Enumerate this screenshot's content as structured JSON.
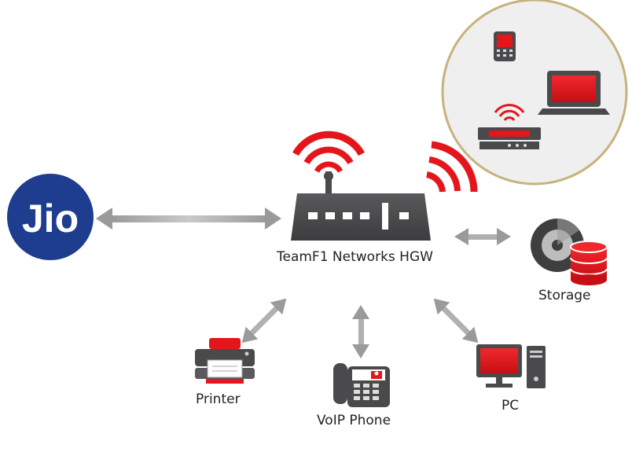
{
  "diagram": {
    "isp_logo_text": "Jio",
    "gateway_label": "TeamF1 Networks HGW",
    "devices": {
      "storage": "Storage",
      "printer": "Printer",
      "voip_phone": "VoIP Phone",
      "pc": "PC"
    }
  },
  "colors": {
    "accent_red": "#e4161b",
    "device_dark": "#4a4a4c",
    "arrow_gray": "#a8a8a8",
    "jio_blue": "#1f3d8f",
    "bubble_border": "#c7b27c",
    "bubble_fill": "#efefef"
  },
  "icons": {
    "gateway": "router-icon",
    "wifi": "wifi-signal-icon",
    "storage": "storage-disk-icon",
    "printer": "printer-icon",
    "phone": "voip-phone-icon",
    "pc": "desktop-pc-icon",
    "mobile": "mobile-phone-icon",
    "laptop": "laptop-icon",
    "settop": "set-top-box-icon"
  }
}
